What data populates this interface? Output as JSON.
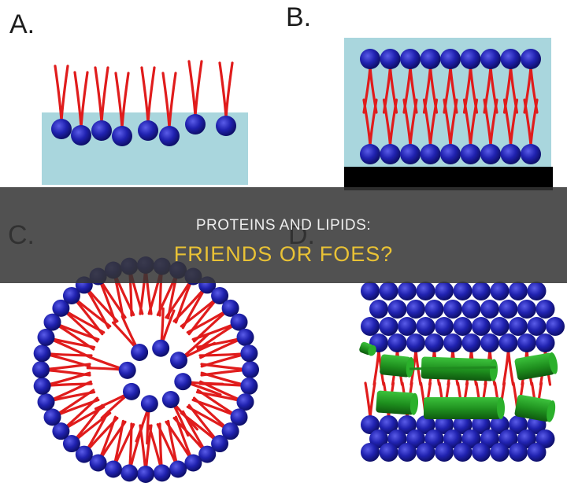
{
  "panels": {
    "a": {
      "label": "A."
    },
    "b": {
      "label": "B."
    },
    "c": {
      "label": "C."
    },
    "d": {
      "label": "D."
    }
  },
  "banner": {
    "title": "PROTEINS AND LIPIDS:",
    "subtitle": "FRIENDS OR FOES?"
  },
  "colors": {
    "head": "#1e20a8",
    "tail": "#e01c1c",
    "water": "#a9d6dd",
    "support": "#000000",
    "protein": "#1f9a1f",
    "banner_text": "#eeeeee",
    "banner_accent": "#e9c235"
  }
}
